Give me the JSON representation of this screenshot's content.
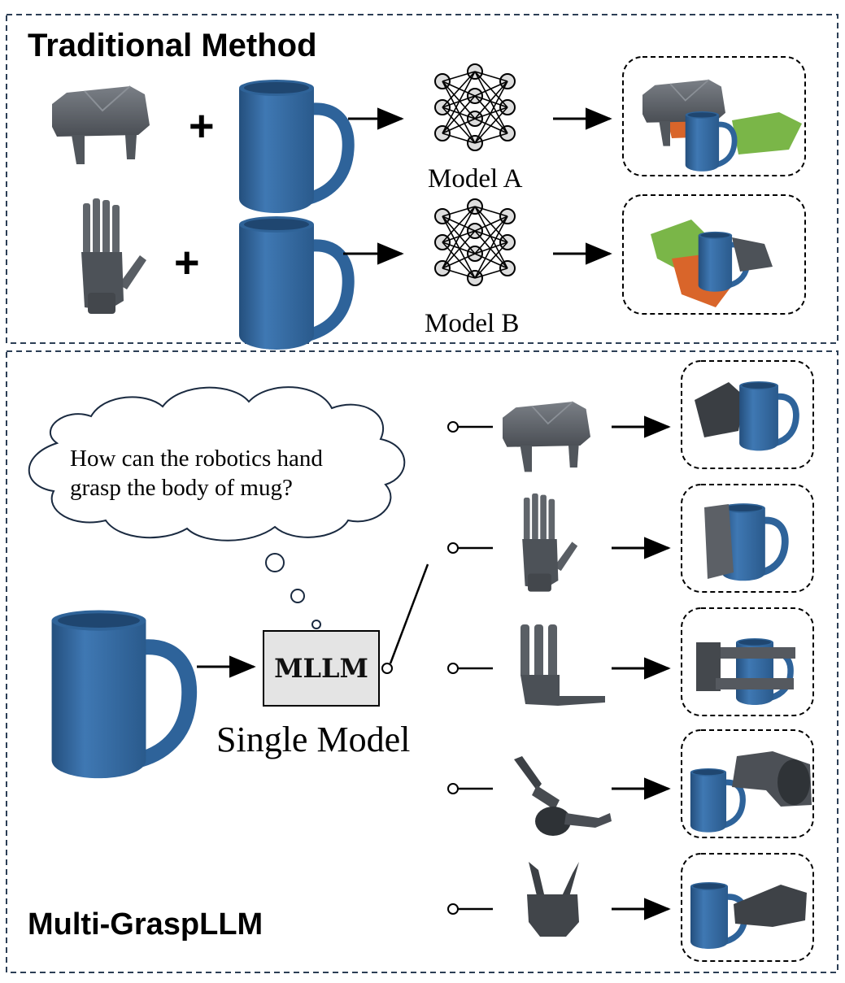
{
  "traditional": {
    "title": "Traditional Method",
    "plus_sign": "+",
    "model_a_label": "Model A",
    "model_b_label": "Model B"
  },
  "multi": {
    "title": "Multi-GraspLLM",
    "prompt_line1": "How can the robotics hand",
    "prompt_line2": "grasp the body of mug?",
    "mllm_label": "MLLM",
    "single_model_label": "Single Model",
    "hands": [
      "gripper",
      "five-finger-hand",
      "three-finger-hand",
      "claw-hand",
      "two-finger-hand"
    ]
  },
  "colors": {
    "mug_blue": "#3a6ea5",
    "hand_gray": "#5c6066",
    "grasp_green": "#7ab648",
    "grasp_orange": "#d9652a",
    "box_fill": "#e4e4e4",
    "border_navy": "#2c3e55"
  }
}
